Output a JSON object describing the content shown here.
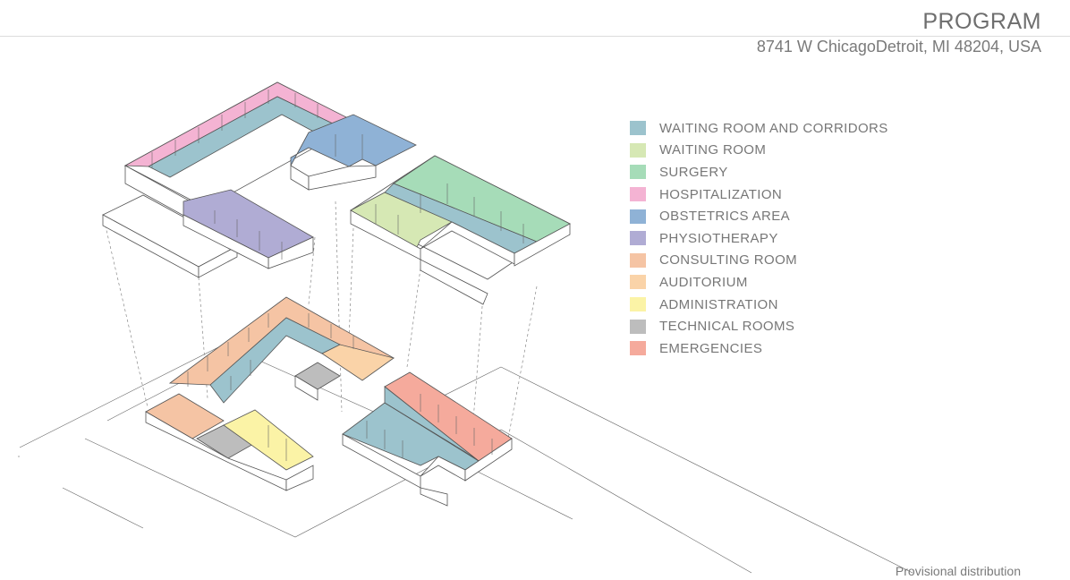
{
  "header": {
    "title": "PROGRAM",
    "address": "8741 W ChicagoDetroit, MI 48204, USA"
  },
  "legend": [
    {
      "label": "WAITING ROOM AND CORRIDORS",
      "color": "#9cc3cd"
    },
    {
      "label": "WAITING ROOM",
      "color": "#d6e8b4"
    },
    {
      "label": "SURGERY",
      "color": "#a6dcb8"
    },
    {
      "label": "HOSPITALIZATION",
      "color": "#f4b3d3"
    },
    {
      "label": "OBSTETRICS AREA",
      "color": "#8fb2d6"
    },
    {
      "label": "PHYSIOTHERAPY",
      "color": "#b0acd4"
    },
    {
      "label": "CONSULTING ROOM",
      "color": "#f5c4a4"
    },
    {
      "label": "AUDITORIUM",
      "color": "#fad3a8"
    },
    {
      "label": "ADMINISTRATION",
      "color": "#fbf3a6"
    },
    {
      "label": "TECHNICAL ROOMS",
      "color": "#bdbdbd"
    },
    {
      "label": "EMERGENCIES",
      "color": "#f5aa9c"
    }
  ],
  "footer": {
    "note": "Provisional distribution"
  }
}
